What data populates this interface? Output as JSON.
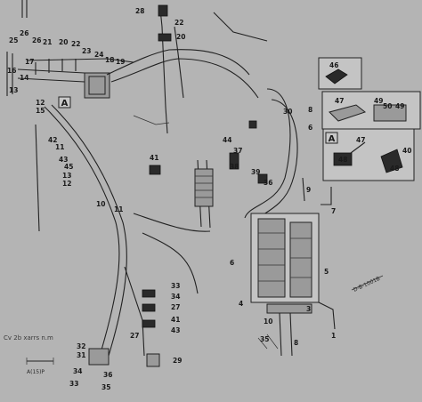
{
  "callouts": [
    {
      "id": "c28",
      "text": "28"
    },
    {
      "id": "c22a",
      "text": "22"
    },
    {
      "id": "c20a",
      "text": "20"
    },
    {
      "id": "c26a",
      "text": "26"
    },
    {
      "id": "c25",
      "text": "25"
    },
    {
      "id": "c26b",
      "text": "26"
    },
    {
      "id": "c21",
      "text": "21"
    },
    {
      "id": "c20b",
      "text": "20"
    },
    {
      "id": "c22b",
      "text": "22"
    },
    {
      "id": "c23",
      "text": "23"
    },
    {
      "id": "c24",
      "text": "24"
    },
    {
      "id": "c16",
      "text": "16"
    },
    {
      "id": "c17",
      "text": "17"
    },
    {
      "id": "c18",
      "text": "18"
    },
    {
      "id": "c19",
      "text": "19"
    },
    {
      "id": "c14",
      "text": "14"
    },
    {
      "id": "c13a",
      "text": "13"
    },
    {
      "id": "c12a",
      "text": "12"
    },
    {
      "id": "c15",
      "text": "15"
    },
    {
      "id": "c11a",
      "text": "11"
    },
    {
      "id": "c42",
      "text": "42"
    },
    {
      "id": "c43a",
      "text": "43"
    },
    {
      "id": "c45",
      "text": "45"
    },
    {
      "id": "c13b",
      "text": "13"
    },
    {
      "id": "c12b",
      "text": "12"
    },
    {
      "id": "c10",
      "text": "10"
    },
    {
      "id": "c11b",
      "text": "11"
    },
    {
      "id": "c41a",
      "text": "41"
    },
    {
      "id": "c30",
      "text": "30"
    },
    {
      "id": "c8",
      "text": "8"
    },
    {
      "id": "c6a",
      "text": "6"
    },
    {
      "id": "c46",
      "text": "46"
    },
    {
      "id": "c47a",
      "text": "47"
    },
    {
      "id": "c49a",
      "text": "49"
    },
    {
      "id": "c50",
      "text": "50"
    },
    {
      "id": "c49b",
      "text": "49"
    },
    {
      "id": "c47b",
      "text": "47"
    },
    {
      "id": "c40",
      "text": "40"
    },
    {
      "id": "c48a",
      "text": "48"
    },
    {
      "id": "c48b",
      "text": "48"
    },
    {
      "id": "c44",
      "text": "44"
    },
    {
      "id": "c38",
      "text": "38"
    },
    {
      "id": "c39",
      "text": "39"
    },
    {
      "id": "c37",
      "text": "37"
    },
    {
      "id": "c36",
      "text": "36"
    },
    {
      "id": "c9",
      "text": "9"
    },
    {
      "id": "c7",
      "text": "7"
    },
    {
      "id": "c6b",
      "text": "6"
    },
    {
      "id": "c5",
      "text": "5"
    },
    {
      "id": "c4",
      "text": "4"
    },
    {
      "id": "c1",
      "text": "1"
    },
    {
      "id": "c3",
      "text": "3"
    },
    {
      "id": "c35",
      "text": "35"
    },
    {
      "id": "c33",
      "text": "33"
    },
    {
      "id": "c34",
      "text": "34"
    },
    {
      "id": "c27a",
      "text": "27"
    },
    {
      "id": "c41b",
      "text": "41"
    },
    {
      "id": "c43b",
      "text": "43"
    },
    {
      "id": "c27b",
      "text": "27"
    },
    {
      "id": "c10b",
      "text": "10"
    },
    {
      "id": "c8b",
      "text": "8"
    },
    {
      "id": "c32",
      "text": "32"
    },
    {
      "id": "c31",
      "text": "31"
    },
    {
      "id": "c29",
      "text": "29"
    },
    {
      "id": "c34b",
      "text": "34"
    },
    {
      "id": "c33b",
      "text": "33"
    },
    {
      "id": "c36b",
      "text": "36"
    },
    {
      "id": "c35b",
      "text": "35"
    }
  ],
  "views": {
    "a_label": "A"
  },
  "watermark": "Cv 2b xarrs n.m",
  "scale_note": "A(15)P",
  "drawing_ref": "D-B-1001B"
}
